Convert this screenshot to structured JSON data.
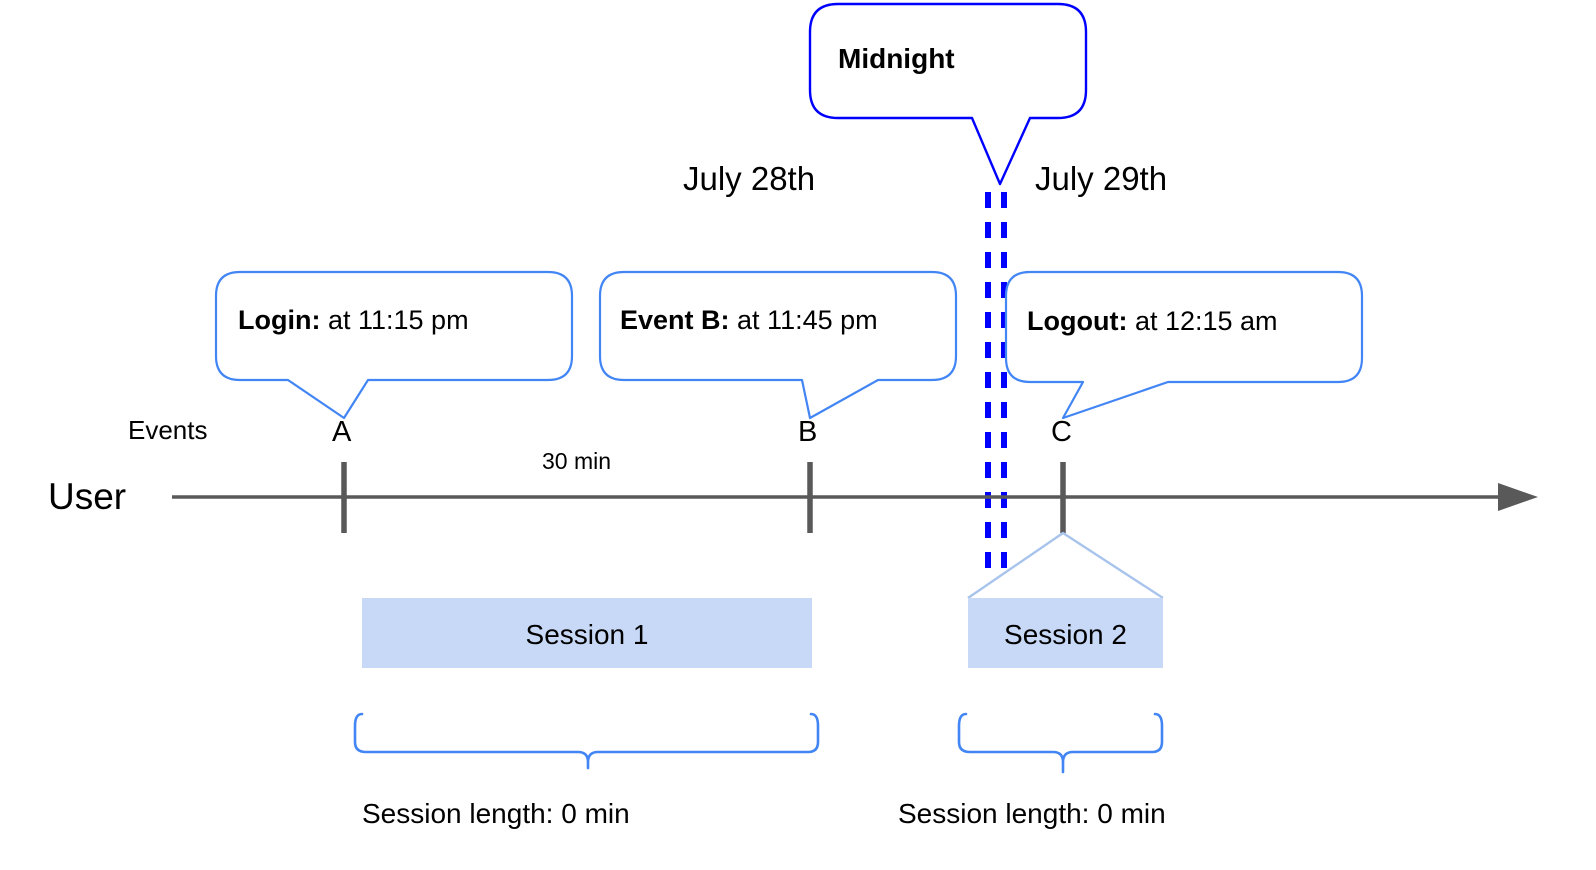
{
  "diagram": {
    "title": "User session timeline across midnight",
    "colors": {
      "callout_border": "#4285f4",
      "midnight_border": "#0000ff",
      "midnight_dashed": "#0000ff",
      "axis": "#595959",
      "tick": "#595959",
      "session_fill": "#c7d9f7",
      "brace": "#4285f4",
      "session_connector": "#a8c4ec",
      "text": "#000000"
    }
  },
  "midnight_callout": {
    "label": "Midnight"
  },
  "days": [
    {
      "label": "July 28th"
    },
    {
      "label": "July 29th"
    }
  ],
  "axis": {
    "user_label": "User",
    "events_label": "Events",
    "duration_label": "30 min",
    "arrow_direction": "right"
  },
  "events": [
    {
      "letter": "A",
      "callout_lead": "Login:",
      "callout_rest": " at 11:15 pm"
    },
    {
      "letter": "B",
      "callout_lead": "Event B:",
      "callout_rest": " at 11:45 pm"
    },
    {
      "letter": "C",
      "callout_lead": "Logout:",
      "callout_rest": " at 12:15 am"
    }
  ],
  "sessions": [
    {
      "label": "Session 1",
      "length_caption": "Session length: 0 min"
    },
    {
      "label": "Session 2",
      "length_caption": "Session length: 0 min"
    }
  ]
}
